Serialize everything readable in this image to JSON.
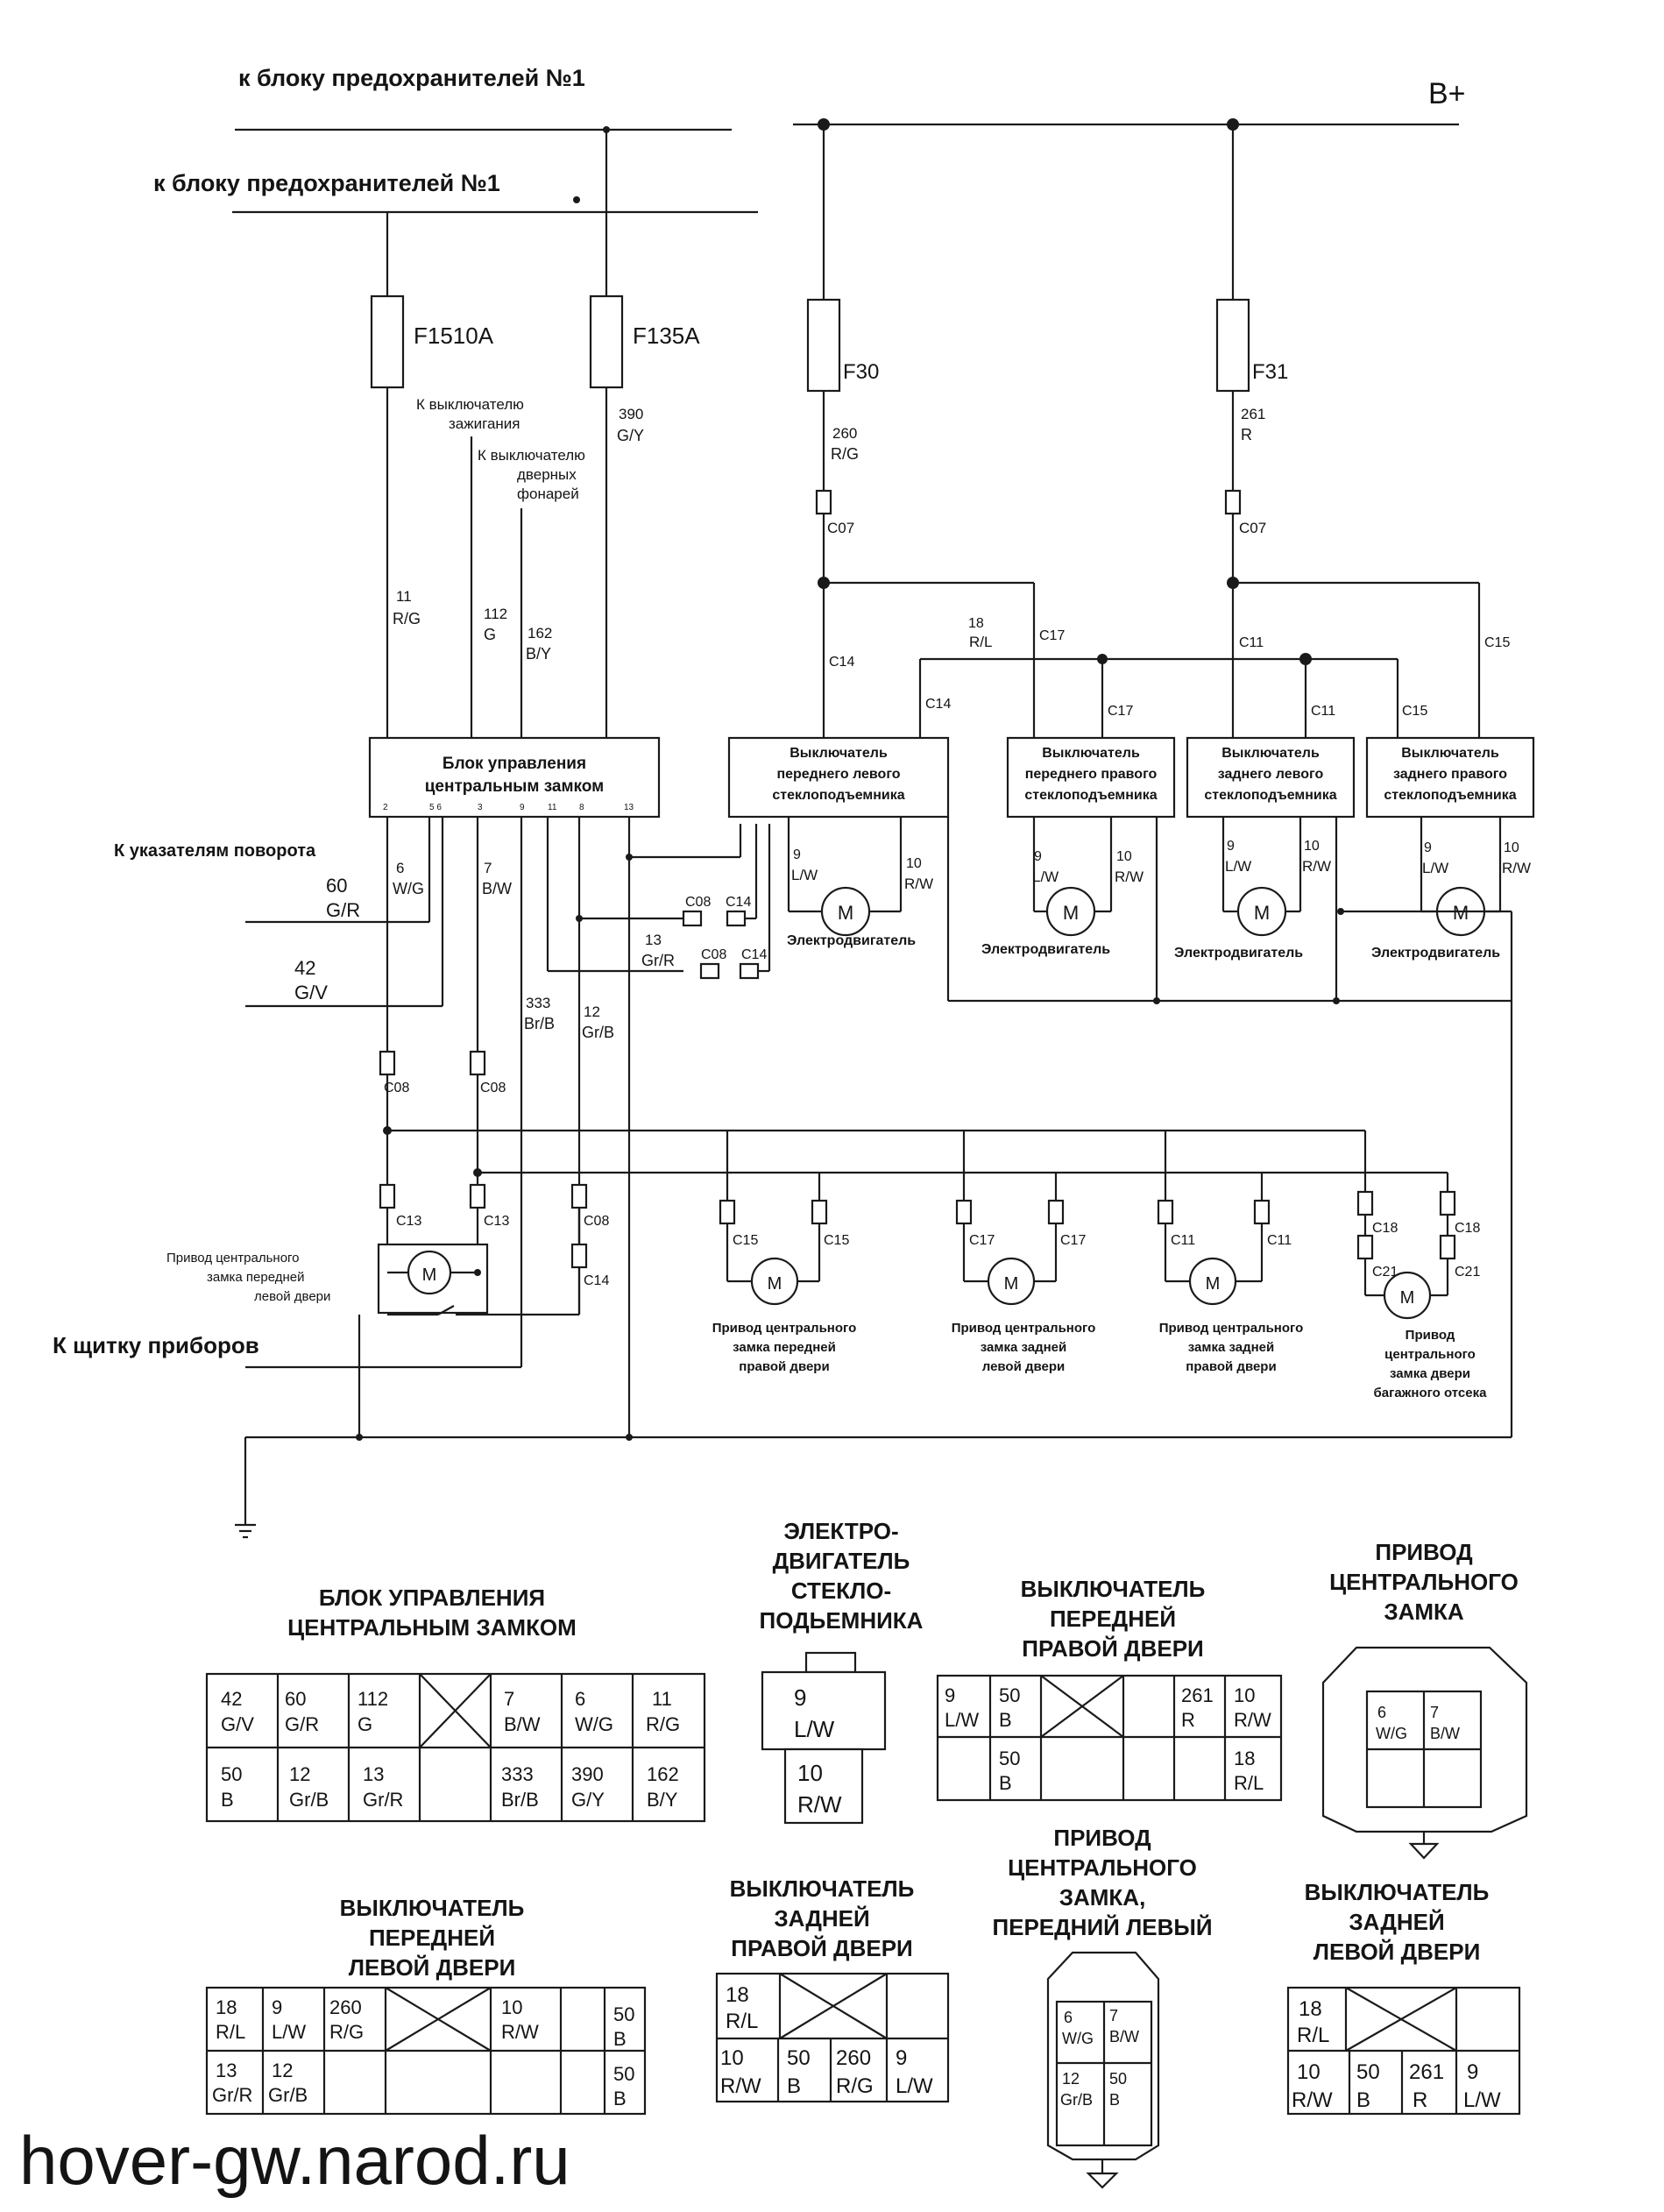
{
  "colors": {
    "ink": "#141414",
    "background": "#ffffff"
  },
  "header": {
    "fuse_block_1a": "к блоку предохранителей №1",
    "fuse_block_1b": "к блоку предохранителей №1",
    "battery": "B+"
  },
  "fuses": {
    "f1510a": "F1510A",
    "f135a": "F135A",
    "f30": "F30",
    "f31": "F31"
  },
  "notes": {
    "ign_1": "К выключателю",
    "ign_2": "зажигания",
    "door_1": "К выключателю",
    "door_2": "дверных",
    "door_3": "фонарей",
    "turn": "К указателям поворота",
    "dash": "К щитку приборов"
  },
  "wires": {
    "w11_n": "11",
    "w11_c": "R/G",
    "w112_n": "112",
    "w112_c": "G",
    "w162_n": "162",
    "w162_c": "B/Y",
    "w390_n": "390",
    "w390_c": "G/Y",
    "w260_n": "260",
    "w260_c": "R/G",
    "w261_n": "261",
    "w261_c": "R",
    "w18_n": "18",
    "w18_c": "R/L",
    "w6_n": "6",
    "w6_c": "W/G",
    "w7_n": "7",
    "w7_c": "B/W",
    "w60_n": "60",
    "w60_c": "G/R",
    "w42_n": "42",
    "w42_c": "G/V",
    "w333_n": "333",
    "w333_c": "Br/B",
    "w12_n": "12",
    "w12_c": "Gr/B",
    "w13_n": "13",
    "w13_c": "Gr/R",
    "w9_n": "9",
    "w9_c": "L/W",
    "w10_n": "10",
    "w10_c": "R/W"
  },
  "connectors": {
    "c07": "C07",
    "c08": "C08",
    "c11": "C11",
    "c13": "C13",
    "c14": "C14",
    "c15": "C15",
    "c17": "C17",
    "c18": "C18",
    "c21": "C21"
  },
  "blocks": {
    "ecu_1": "Блок управления",
    "ecu_2": "центральным замком",
    "sw_fl_1": "Выключатель",
    "sw_fl_2": "переднего левого",
    "sw_fl_3": "стеклоподъемника",
    "sw_fr_1": "Выключатель",
    "sw_fr_2": "переднего правого",
    "sw_fr_3": "стеклоподъемника",
    "sw_rl_1": "Выключатель",
    "sw_rl_2": "заднего левого",
    "sw_rl_3": "стеклоподъемника",
    "sw_rr_1": "Выключатель",
    "sw_rr_2": "заднего правого",
    "sw_rr_3": "стеклоподъемника"
  },
  "motors": {
    "m": "M",
    "window_motor": "Электродвигатель"
  },
  "actuators": {
    "fl_1": "Привод центрального",
    "fl_2": "замка передней",
    "fl_3": "левой двери",
    "fr_1": "Привод центрального",
    "fr_2": "замка передней",
    "fr_3": "правой двери",
    "rl_1": "Привод центрального",
    "rl_2": "замка задней",
    "rl_3": "левой двери",
    "rr_1": "Привод центрального",
    "rr_2": "замка задней",
    "rr_3": "правой двери",
    "trunk_1": "Привод",
    "trunk_2": "центрального",
    "trunk_3": "замка двери",
    "trunk_4": "багажного отсека"
  },
  "tables": {
    "ecu": {
      "title_1": "БЛОК УПРАВЛЕНИЯ",
      "title_2": "ЦЕНТРАЛЬНЫМ ЗАМКОМ",
      "row1": [
        [
          "42",
          "G/V"
        ],
        [
          "60",
          "G/R"
        ],
        [
          "112",
          "G"
        ],
        [
          "",
          ""
        ],
        [
          "7",
          "B/W"
        ],
        [
          "6",
          "W/G"
        ],
        [
          "11",
          "R/G"
        ]
      ],
      "row2": [
        [
          "50",
          "B"
        ],
        [
          "12",
          "Gr/B"
        ],
        [
          "13",
          "Gr/R"
        ],
        [
          "",
          ""
        ],
        [
          "333",
          "Br/B"
        ],
        [
          "390",
          "G/Y"
        ],
        [
          "162",
          "B/Y"
        ]
      ]
    },
    "motor": {
      "title_1": "ЭЛЕКТРО-",
      "title_2": "ДВИГАТЕЛЬ",
      "title_3": "СТЕКЛО-",
      "title_4": "ПОДЬЕМНИКА",
      "pin1": [
        "9",
        "L/W"
      ],
      "pin2": [
        "10",
        "R/W"
      ]
    },
    "front_right": {
      "title_1": "ВЫКЛЮЧАТЕЛЬ",
      "title_2": "ПЕРЕДНЕЙ",
      "title_3": "ПРАВОЙ ДВЕРИ",
      "row1": [
        [
          "9",
          "L/W"
        ],
        [
          "50",
          "B"
        ],
        [
          "",
          ""
        ],
        [
          "261",
          "R"
        ],
        [
          "10",
          "R/W"
        ]
      ],
      "row2": [
        [
          "",
          ""
        ],
        [
          "50",
          "B"
        ],
        [
          "",
          ""
        ],
        [
          "",
          ""
        ],
        [
          "18",
          "R/L"
        ]
      ]
    },
    "actuator": {
      "title_1": "ПРИВОД",
      "title_2": "ЦЕНТРАЛЬНОГО",
      "title_3": "ЗАМКА",
      "pins": [
        [
          "6",
          "W/G"
        ],
        [
          "7",
          "B/W"
        ]
      ]
    },
    "front_left": {
      "title_1": "ВЫКЛЮЧАТЕЛЬ",
      "title_2": "ПЕРЕДНЕЙ",
      "title_3": "ЛЕВОЙ ДВЕРИ",
      "row1": [
        [
          "18",
          "R/L"
        ],
        [
          "9",
          "L/W"
        ],
        [
          "260",
          "R/G"
        ],
        [
          "",
          ""
        ],
        [
          "10",
          "R/W"
        ],
        [
          "",
          ""
        ],
        [
          "50",
          "B"
        ]
      ],
      "row2": [
        [
          "13",
          "Gr/R"
        ],
        [
          "12",
          "Gr/B"
        ],
        [
          "",
          ""
        ],
        [
          "",
          ""
        ],
        [
          "",
          ""
        ],
        [
          "",
          ""
        ],
        [
          "50",
          "B"
        ]
      ]
    },
    "rear_right": {
      "title_1": "ВЫКЛЮЧАТЕЛЬ",
      "title_2": "ЗАДНЕЙ",
      "title_3": "ПРАВОЙ ДВЕРИ",
      "row1": [
        [
          "18",
          "R/L"
        ],
        [
          "",
          ""
        ],
        [
          "",
          ""
        ]
      ],
      "row2": [
        [
          "10",
          "R/W"
        ],
        [
          "50",
          "B"
        ],
        [
          "260",
          "R/G"
        ],
        [
          "9",
          "L/W"
        ]
      ]
    },
    "actuator_fl": {
      "title_1": "ПРИВОД",
      "title_2": "ЦЕНТРАЛЬНОГО",
      "title_3": "ЗАМКА,",
      "title_4": "ПЕРЕДНИЙ ЛЕВЫЙ",
      "pins": [
        [
          "6",
          "W/G"
        ],
        [
          "7",
          "B/W"
        ],
        [
          "12",
          "Gr/B"
        ],
        [
          "50",
          "B"
        ]
      ]
    },
    "rear_left": {
      "title_1": "ВЫКЛЮЧАТЕЛЬ",
      "title_2": "ЗАДНЕЙ",
      "title_3": "ЛЕВОЙ ДВЕРИ",
      "row1": [
        [
          "18",
          "R/L"
        ],
        [
          "",
          ""
        ],
        [
          "",
          ""
        ]
      ],
      "row2": [
        [
          "10",
          "R/W"
        ],
        [
          "50",
          "B"
        ],
        [
          "261",
          "R"
        ],
        [
          "9",
          "L/W"
        ]
      ]
    }
  },
  "watermark": "hover-gw.narod.ru"
}
